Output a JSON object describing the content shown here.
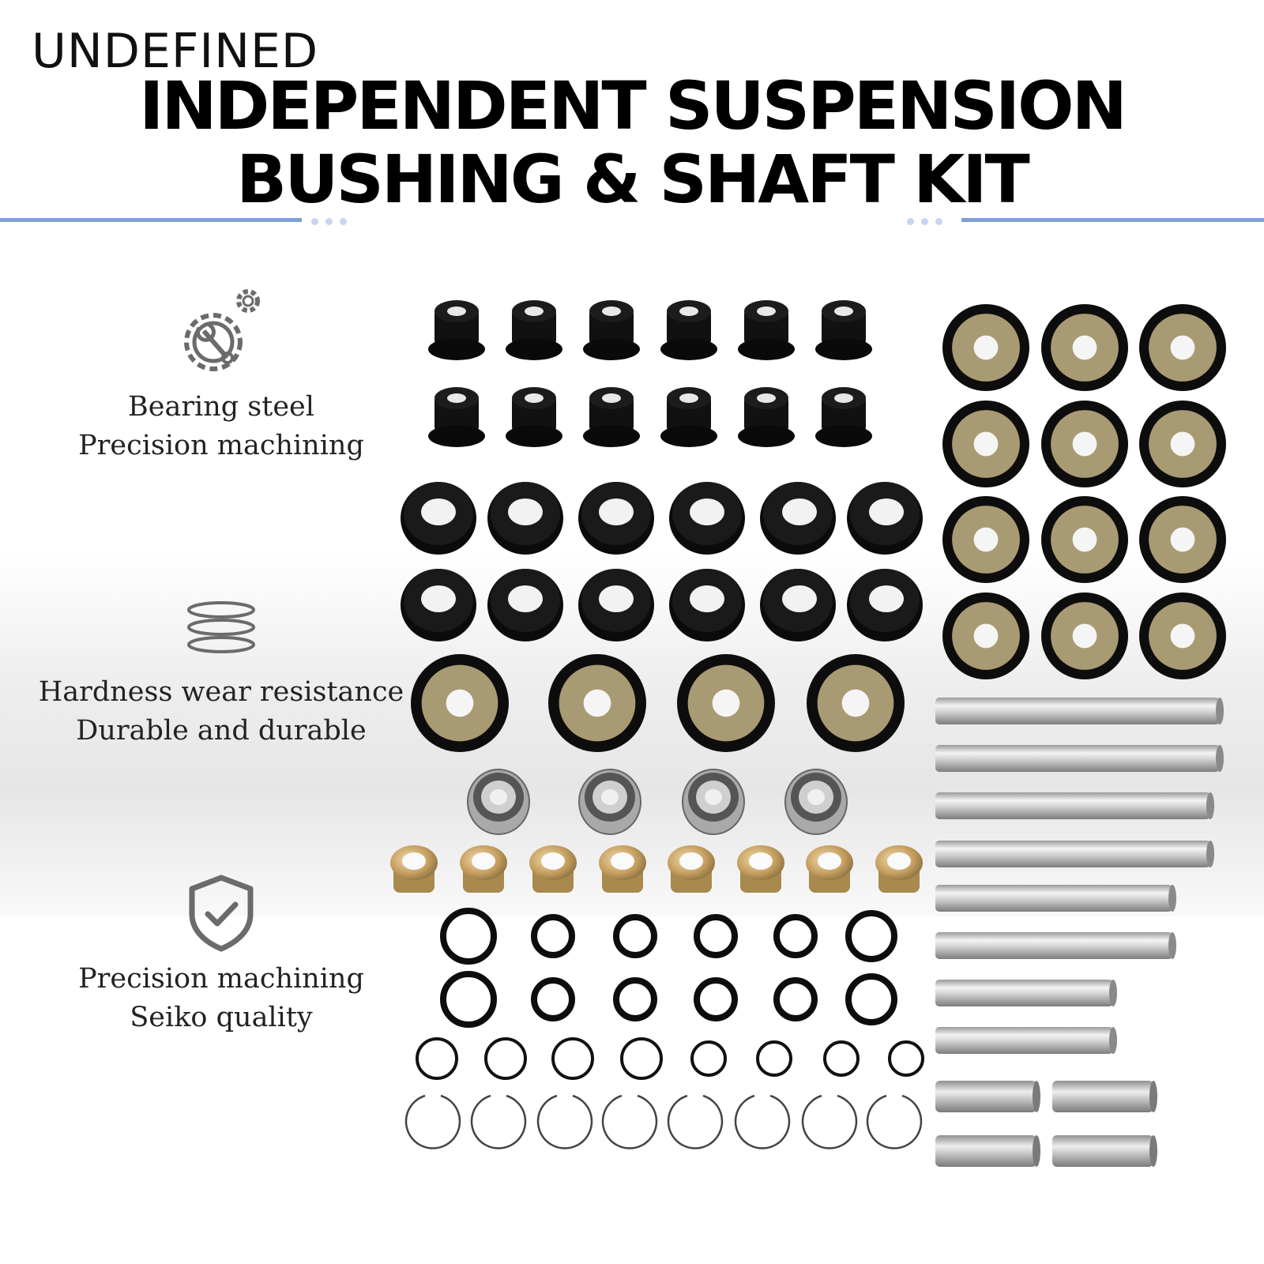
{
  "brand": "UNDEFINED",
  "title": {
    "line1": "INDEPENDENT SUSPENSION",
    "line2": "BUSHING & SHAFT KIT"
  },
  "features": [
    {
      "icon": "gear-wrench-icon",
      "line1": "Bearing steel",
      "line2": "Precision machining"
    },
    {
      "icon": "rings-icon",
      "line1": "Hardness wear resistance",
      "line2": "Durable and durable"
    },
    {
      "icon": "shield-check-icon",
      "line1": "Precision machining",
      "line2": "Seiko quality"
    }
  ],
  "colors": {
    "accent_rule": "#7f9fd8",
    "bushing_black": "#0e0e0e",
    "washer_tan": "#a89a72",
    "shaft_silver": "#d8d8d8",
    "brass": "#c9a46a",
    "icon_gray": "#6b6b6b"
  }
}
